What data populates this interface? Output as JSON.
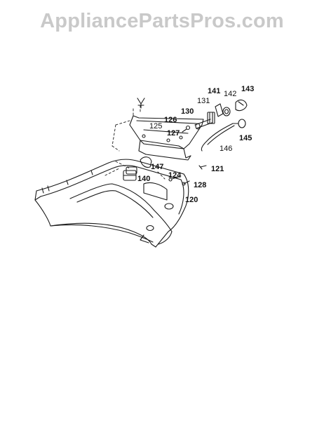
{
  "watermark": {
    "text": "AppliancePartsPros.com"
  },
  "callouts": [
    {
      "id": "143",
      "text": "143"
    },
    {
      "id": "141",
      "text": "141"
    },
    {
      "id": "142",
      "text": "142"
    },
    {
      "id": "131",
      "text": "131"
    },
    {
      "id": "130",
      "text": "130"
    },
    {
      "id": "126",
      "text": "126"
    },
    {
      "id": "125",
      "text": "125"
    },
    {
      "id": "127",
      "text": "127"
    },
    {
      "id": "145",
      "text": "145"
    },
    {
      "id": "146",
      "text": "146"
    },
    {
      "id": "121",
      "text": "121"
    },
    {
      "id": "147",
      "text": "147"
    },
    {
      "id": "124",
      "text": "124"
    },
    {
      "id": "140",
      "text": "140"
    },
    {
      "id": "128",
      "text": "128"
    },
    {
      "id": "120",
      "text": "120"
    }
  ],
  "colors": {
    "line": "#1a1a1a",
    "watermark": "#c9c9c9",
    "background": "#ffffff"
  }
}
